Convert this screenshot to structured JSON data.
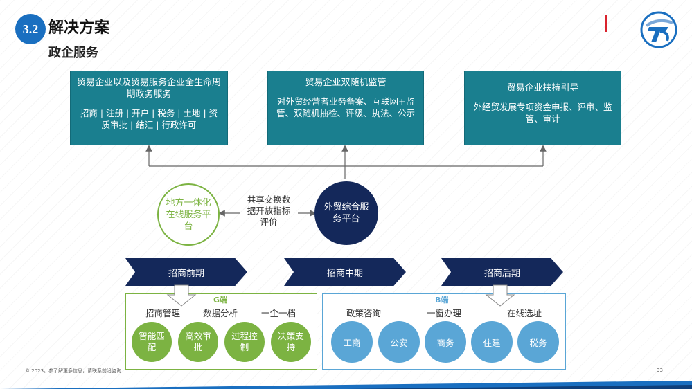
{
  "header": {
    "section_number": "3.2",
    "title": "解决方案",
    "subtitle": "政企服务"
  },
  "boxes": [
    {
      "title": "贸易企业以及贸易服务企业全生命周期政务服务",
      "body": "招商 | 注册 | 开户 | 税务 | 土地 | 资质审批 | 结汇 | 行政许可"
    },
    {
      "title": "贸易企业双随机监管",
      "body": "对外贸经营者业务备案、互联网+监管、双随机抽检、评级、执法、公示"
    },
    {
      "title": "贸易企业扶持引导",
      "body": "外经贸发展专项资金申报、评审、监管、审计"
    }
  ],
  "left_circle": "地方一体化在线服务平台",
  "center_circle": "外贸综合服务平台",
  "exchange_text": "共享交换数据开放指标评价",
  "phases": [
    "招商前期",
    "招商中期",
    "招商后期"
  ],
  "g_panel": {
    "label": "G端",
    "columns": [
      "招商管理",
      "数据分析",
      "一企一档"
    ],
    "circles": [
      "智能匹配",
      "高效审批",
      "过程控制",
      "决策支持"
    ]
  },
  "b_panel": {
    "label": "B端",
    "columns": [
      "政策咨询",
      "一窗办理",
      "在线选址"
    ],
    "circles": [
      "工商",
      "公安",
      "商务",
      "住建",
      "税务"
    ]
  },
  "footer": {
    "copyright": "© 2023。参了解更多信息，请联系前沿咨询",
    "page": "33"
  },
  "colors": {
    "teal": "#1a7f8f",
    "navy": "#14285a",
    "green": "#7cb342",
    "lightblue": "#5aa6d6",
    "accent": "#1a6fc0"
  }
}
